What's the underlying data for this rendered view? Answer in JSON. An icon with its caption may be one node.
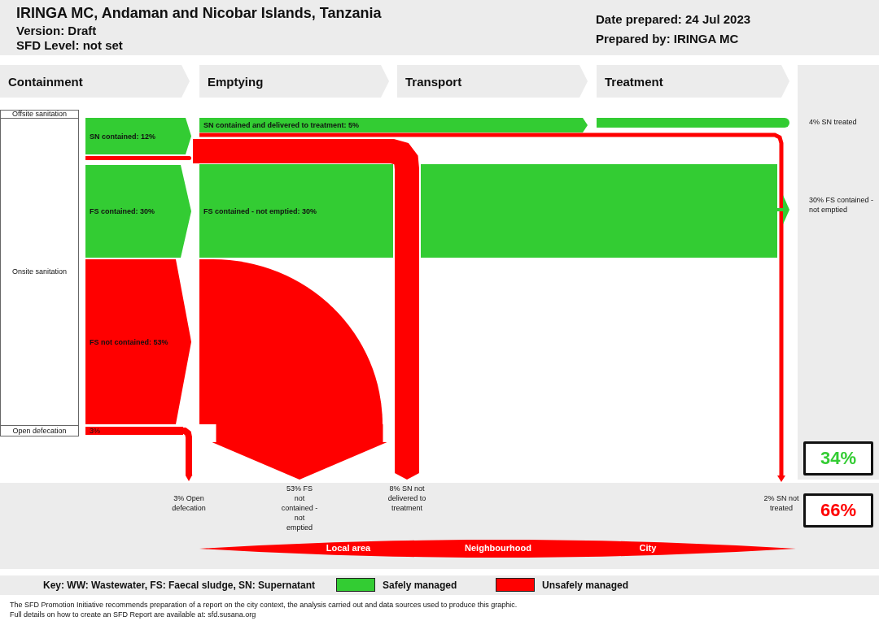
{
  "diagram": {
    "title": "IRINGA MC, Andaman and Nicobar Islands, Tanzania",
    "nodes": [
      {
        "text": [
          "Containment"
        ]
      },
      {
        "text": [
          "Emptying"
        ]
      },
      {
        "text": [
          "Transport"
        ]
      },
      {
        "text": [
          "Treatment"
        ]
      },
      {
        "text": [
          "Offsite sanitation"
        ]
      },
      {
        "text": [
          "Onsite sanitation"
        ]
      },
      {
        "text": [
          "Open defecation"
        ]
      },
      {
        "text": [
          "SN contained: 12%"
        ]
      },
      {
        "text": [
          "FS contained: 30%"
        ]
      },
      {
        "text": [
          "FS not contained: 53%"
        ]
      },
      {
        "text": [
          "3%"
        ]
      },
      {
        "text": [
          "SN contained and delivered to treatment: 5%"
        ]
      },
      {
        "text": [
          "FS contained - not emptied: 30%"
        ]
      },
      {
        "text": [],
        "shape": "bar"
      },
      {
        "text": [],
        "shape": "bar"
      },
      {
        "text": [],
        "shape": "sector"
      },
      {
        "text": [
          "4% SN treated"
        ]
      },
      {
        "text": [
          "30% FS contained - not emptied"
        ]
      },
      {
        "text": [
          "3% Open defecation"
        ]
      },
      {
        "text": [
          "53% FS not contained - not emptied"
        ]
      },
      {
        "text": [
          "8% SN not delivered to treatment"
        ]
      },
      {
        "text": [
          "2% SN not treated"
        ]
      },
      {
        "text": [
          "34%"
        ]
      },
      {
        "text": [
          "66%"
        ]
      },
      {
        "text": [
          "Local area",
          "Neighbourhood",
          "City"
        ]
      }
    ],
    "edges": [
      {
        "from": 7,
        "to": 20,
        "arrow": "to",
        "style": "thick"
      },
      {
        "from": 11,
        "to": 21,
        "arrow": "to"
      },
      {
        "from": 15,
        "to": 19,
        "arrow": "to",
        "style": "thick"
      },
      {
        "from": 10,
        "to": 18,
        "arrow": "to"
      },
      {
        "from": 14,
        "to": 17,
        "arrow": "to",
        "color": "#33cc33"
      }
    ],
    "labels": [
      "Version: Draft",
      "SFD Level: not set",
      "Date prepared: 24 Jul 2023",
      "Prepared by: IRINGA MC",
      "Key: WW: Wastewater, FS: Faecal sludge, SN: Supernatant",
      "The SFD Promotion Initiative recommends preparation of a report on the city context, the analysis carried out and data sources used to produce this graphic.",
      "Full details on how to create an SFD Report are available at: sfd.susana.org"
    ],
    "legend": [
      {
        "text": "Safely managed",
        "color": "#33cc33"
      },
      {
        "text": "Unsafely managed",
        "color": "#ff0000"
      }
    ]
  }
}
